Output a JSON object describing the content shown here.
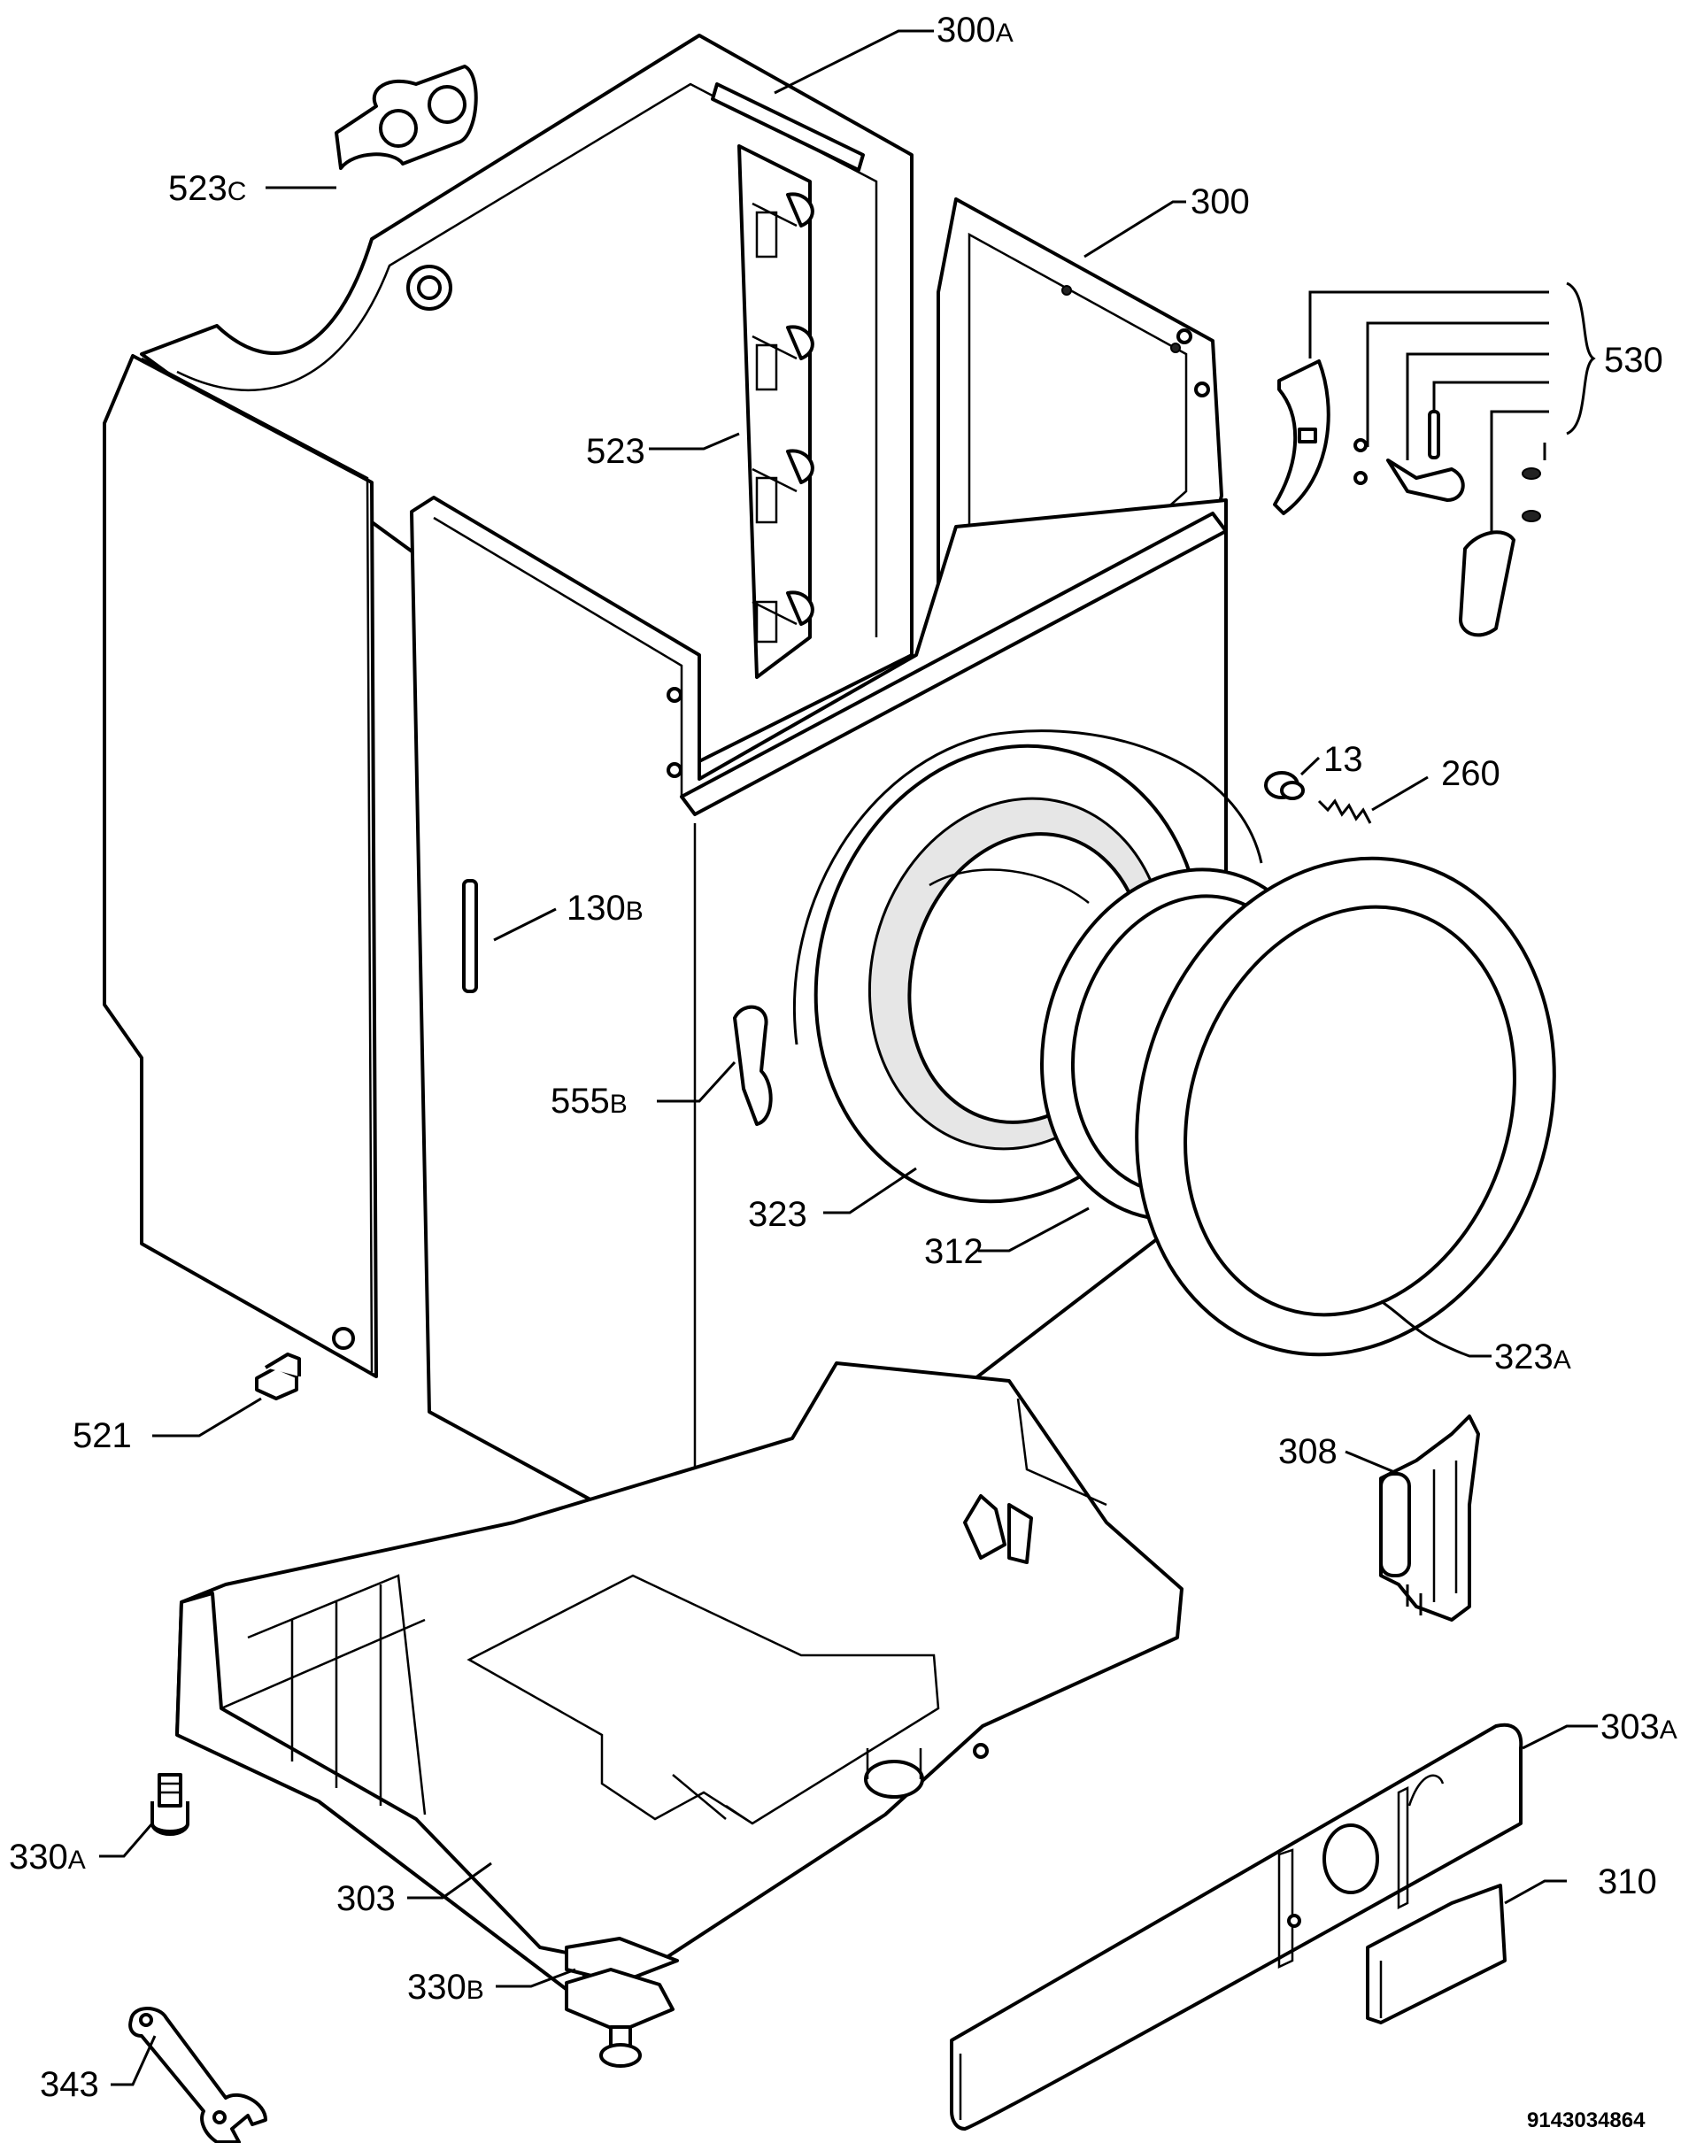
{
  "colors": {
    "ink": "#000000",
    "background": "#ffffff",
    "shade": "#e6e6e6"
  },
  "labels": {
    "p300A": {
      "num": "300",
      "suffix": "A"
    },
    "p300": {
      "num": "300"
    },
    "p523C": {
      "num": "523",
      "suffix": "C"
    },
    "p523": {
      "num": "523"
    },
    "p530": {
      "num": "530"
    },
    "p13": {
      "num": "13"
    },
    "p260": {
      "num": "260"
    },
    "p130B": {
      "num": "130",
      "suffix": "B"
    },
    "p555B": {
      "num": "555",
      "suffix": "B"
    },
    "p323": {
      "num": "323"
    },
    "p312": {
      "num": "312"
    },
    "p323A": {
      "num": "323",
      "suffix": "A"
    },
    "p521": {
      "num": "521"
    },
    "p308": {
      "num": "308"
    },
    "p303A": {
      "num": "303",
      "suffix": "A"
    },
    "p310": {
      "num": "310"
    },
    "p330A": {
      "num": "330",
      "suffix": "A"
    },
    "p303": {
      "num": "303"
    },
    "p330B": {
      "num": "330",
      "suffix": "B"
    },
    "p343": {
      "num": "343"
    }
  },
  "doc_number": "9143034864"
}
